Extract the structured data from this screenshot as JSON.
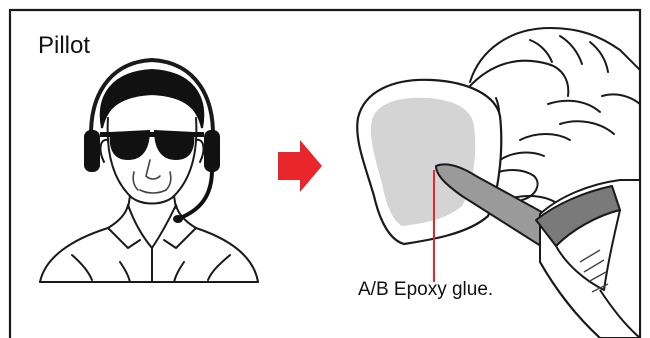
{
  "labels": {
    "pilot": "Pillot",
    "glue": "A/B Epoxy glue."
  },
  "icons": {
    "pilot_figure": "pilot-bust-with-headset-and-sunglasses",
    "arrow": "right-arrow",
    "hand": "hand-holding-canopy",
    "glue_tube": "glue-tube-nozzle"
  },
  "colors": {
    "frame": "#1a1a1a",
    "arrow": "#e8262b",
    "leader_line": "#e8262b",
    "canopy_fill": "#d4d4d4",
    "glasses": "#111111",
    "tube_band": "#7a7a7a"
  }
}
